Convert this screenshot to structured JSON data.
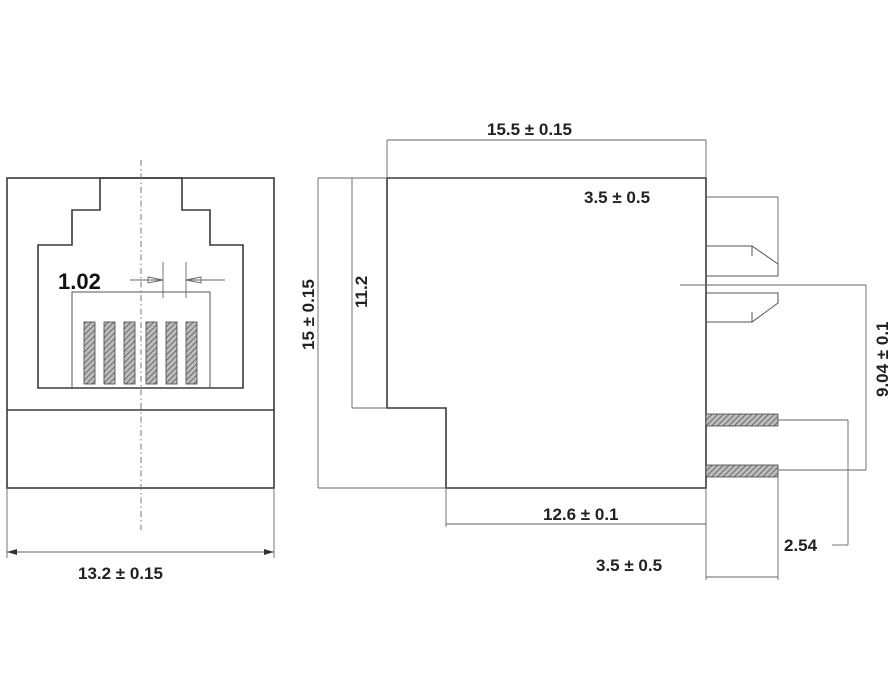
{
  "front_view": {
    "width_label": "13.2 ± 0.15",
    "pin_pitch_label": "1.02",
    "pin_count": 6
  },
  "side_view": {
    "length_label": "15.5 ± 0.15",
    "height_label": "15 ± 0.15",
    "inner_height_label": "11.2",
    "latch_offset_label": "3.5 ± 0.5",
    "bottom_length_label": "12.6 ± 0.1",
    "pin_length_label": "3.5 ± 0.5",
    "pin_spacing_label": "9.04 ± 0.1",
    "pin_pitch_label": "2.54"
  }
}
